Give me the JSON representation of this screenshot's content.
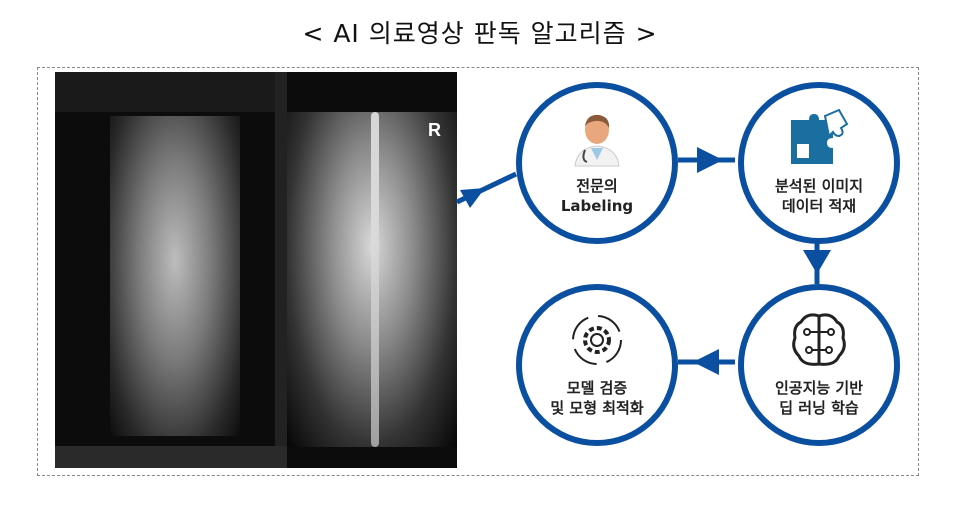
{
  "title": "< AI 의료영상 판독 알고리즘 >",
  "screenshot": {
    "xray_marker": "R"
  },
  "steps": [
    {
      "label": "전문의\nLabeling",
      "icon": "doctor-icon"
    },
    {
      "label": "분석된 이미지\n데이터 적재",
      "icon": "puzzle-icon"
    },
    {
      "label": "인공지능 기반\n딥 러닝 학습",
      "icon": "brain-circuit-icon"
    },
    {
      "label": "모델 검증\n및 모형 최적화",
      "icon": "gear-cycle-icon"
    }
  ],
  "colors": {
    "accent": "#0a4fa0",
    "puzzle": "#1a6fa0"
  }
}
